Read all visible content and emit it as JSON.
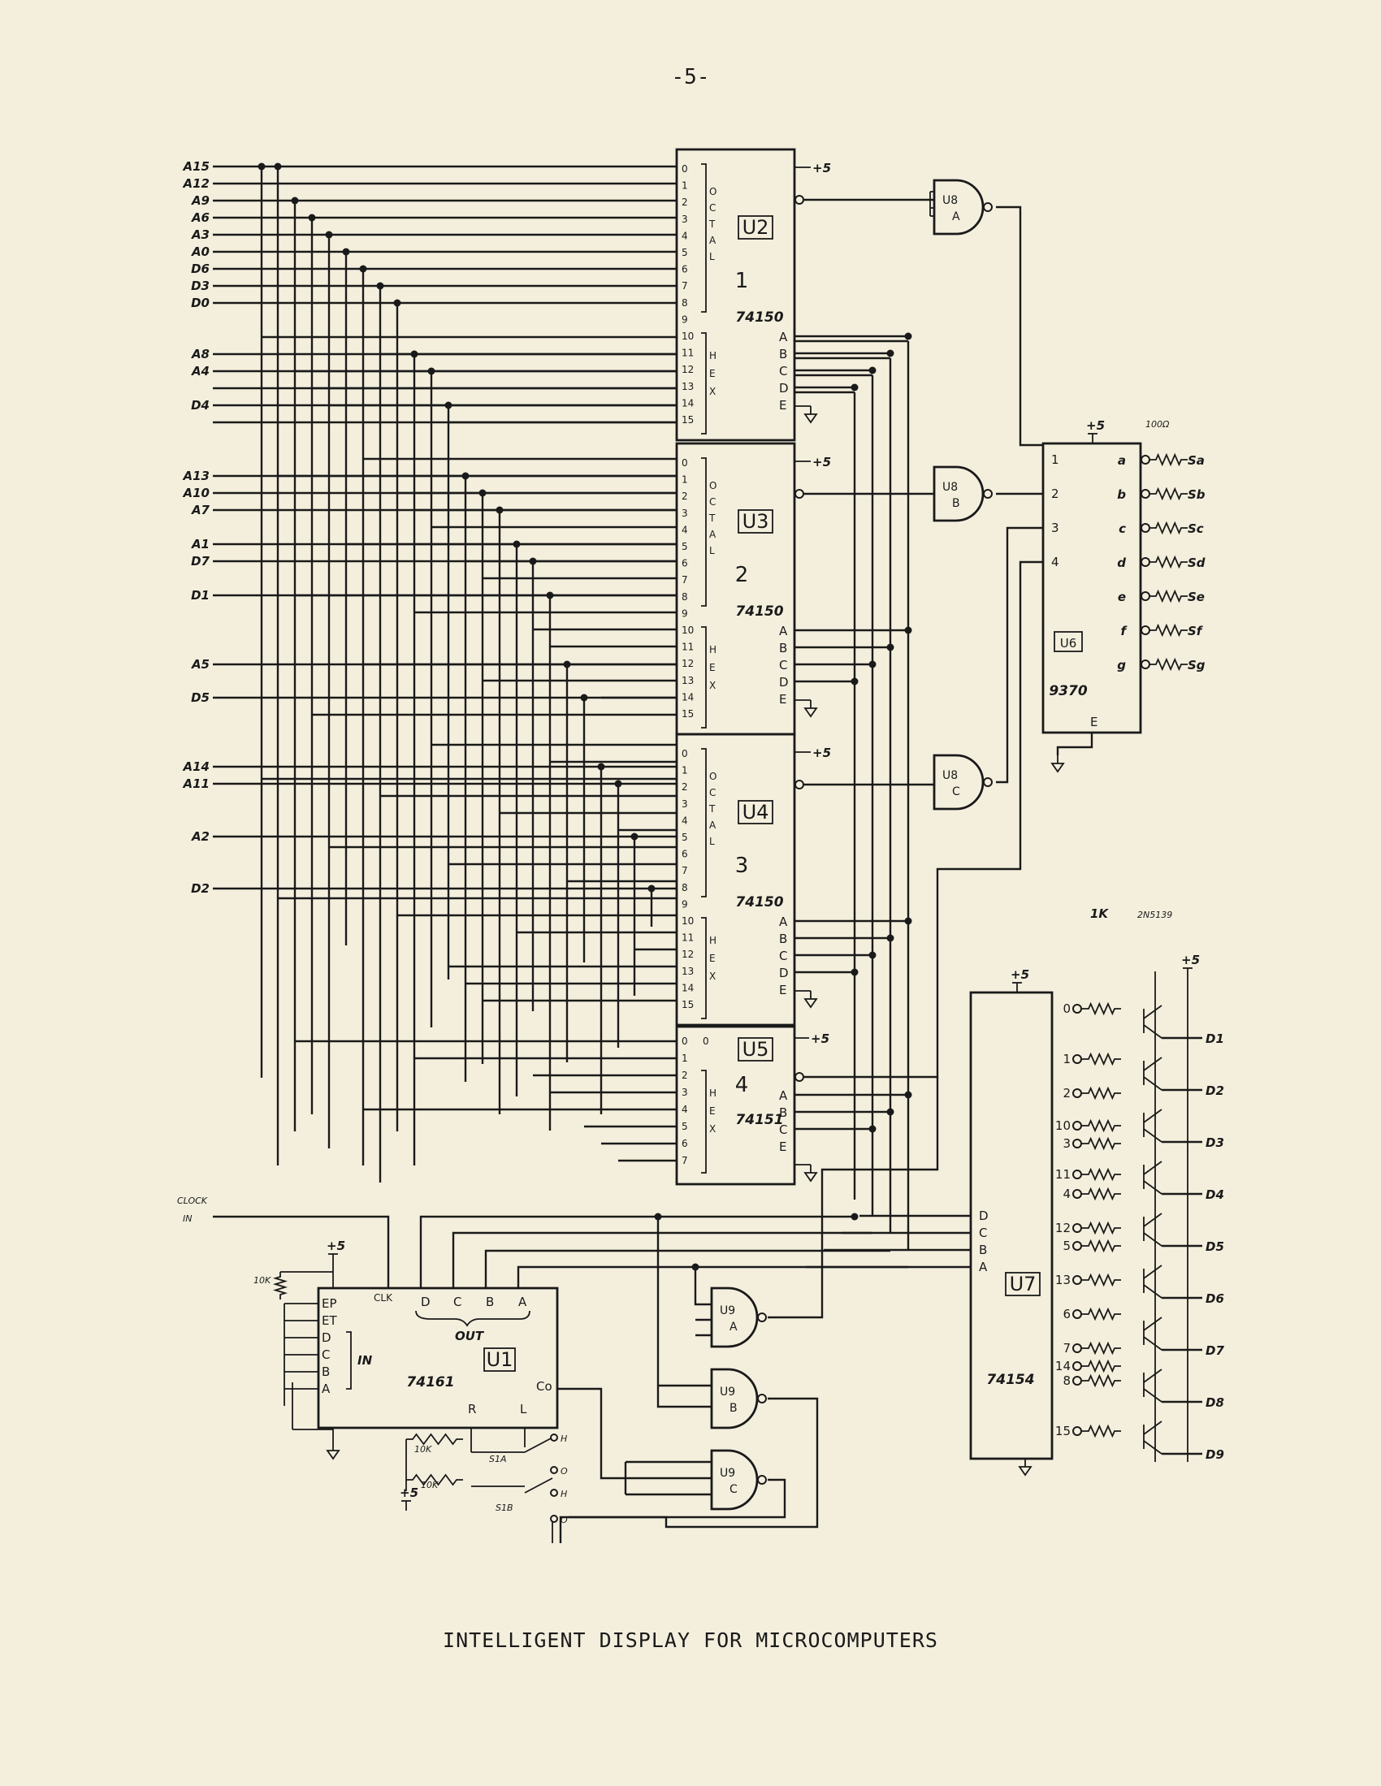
{
  "page": {
    "number": "-5-",
    "caption": "INTELLIGENT DISPLAY FOR MICROCOMPUTERS"
  },
  "inputs": {
    "group1": [
      "A15",
      "A12",
      "A9",
      "A6",
      "A3",
      "A0",
      "D6",
      "D3",
      "D0"
    ],
    "group1b": [
      "A8",
      "A4",
      "D4"
    ],
    "group2": [
      "A13",
      "A10",
      "A7",
      "A1",
      "D7",
      "D1"
    ],
    "group2b": [
      "A5",
      "D5"
    ],
    "group3": [
      "A14",
      "A11",
      "A2",
      "D2"
    ],
    "clock": [
      "CLOCK",
      "IN"
    ]
  },
  "power_labels": {
    "u2": "+5",
    "u3": "+5",
    "u4": "+5",
    "u5": "+5",
    "u6": "+5",
    "u7": "+5",
    "u1": "+5",
    "switch": "+5",
    "transistors": "+5"
  },
  "chips": {
    "u2": {
      "ref": "U2",
      "index": "1",
      "part": "74150",
      "octal": [
        "O",
        "C",
        "T",
        "A",
        "L"
      ],
      "hex": [
        "H",
        "E",
        "X"
      ],
      "pins": [
        "0",
        "1",
        "2",
        "3",
        "4",
        "5",
        "6",
        "7",
        "8",
        "9",
        "10",
        "11",
        "12",
        "13",
        "14",
        "15"
      ],
      "sel": [
        "A",
        "B",
        "C",
        "D",
        "E"
      ]
    },
    "u3": {
      "ref": "U3",
      "index": "2",
      "part": "74150",
      "octal": [
        "O",
        "C",
        "T",
        "A",
        "L"
      ],
      "hex": [
        "H",
        "E",
        "X"
      ],
      "pins": [
        "0",
        "1",
        "2",
        "3",
        "4",
        "5",
        "6",
        "7",
        "8",
        "9",
        "10",
        "11",
        "12",
        "13",
        "14",
        "15"
      ],
      "sel": [
        "A",
        "B",
        "C",
        "D",
        "E"
      ]
    },
    "u4": {
      "ref": "U4",
      "index": "3",
      "part": "74150",
      "octal": [
        "O",
        "C",
        "T",
        "A",
        "L"
      ],
      "hex": [
        "H",
        "E",
        "X"
      ],
      "pins": [
        "0",
        "1",
        "2",
        "3",
        "4",
        "5",
        "6",
        "7",
        "8",
        "9",
        "10",
        "11",
        "12",
        "13",
        "14",
        "15"
      ],
      "sel": [
        "A",
        "B",
        "C",
        "D",
        "E"
      ]
    },
    "u5": {
      "ref": "U5",
      "index": "4",
      "part": "74151",
      "hex": [
        "H",
        "E",
        "X"
      ],
      "pins": [
        "0",
        "1",
        "2",
        "3",
        "4",
        "5",
        "6",
        "7"
      ],
      "pin0_out": "0",
      "sel": [
        "A",
        "B",
        "C",
        "E"
      ]
    },
    "u6": {
      "ref": "U6",
      "part": "9370",
      "inputs": [
        "1",
        "2",
        "3",
        "4"
      ],
      "segments": [
        "a",
        "b",
        "c",
        "d",
        "e",
        "f",
        "g"
      ],
      "enable": "E",
      "outputs": [
        "Sa",
        "Sb",
        "Sc",
        "Sd",
        "Se",
        "Sf",
        "Sg"
      ],
      "resistor": "100Ω"
    },
    "u7": {
      "ref": "U7",
      "part": "74154",
      "inputs": [
        "D",
        "C",
        "B",
        "A"
      ],
      "outputs": [
        "0",
        "1",
        "2",
        "10",
        "3",
        "11",
        "4",
        "12",
        "5",
        "13",
        "6",
        "7",
        "14",
        "8",
        "15"
      ],
      "resistor": "1K",
      "transistor": "2N5139",
      "digits": [
        "D1",
        "D2",
        "D3",
        "D4",
        "D5",
        "D6",
        "D7",
        "D8",
        "D9"
      ]
    },
    "u1": {
      "ref": "U1",
      "part": "74161",
      "pins_left": [
        "EP",
        "ET",
        "D",
        "C",
        "B",
        "A"
      ],
      "in_label": "IN",
      "clk": "CLK",
      "out_pins": [
        "D",
        "C",
        "B",
        "A"
      ],
      "out_label": "OUT",
      "bottom": [
        "R",
        "L"
      ],
      "carry": "Co",
      "resistor": "10K"
    },
    "u8": {
      "gates": [
        "U8 A",
        "U8 B",
        "U8 C"
      ]
    },
    "u9": {
      "gates": [
        "U9 A",
        "U9 B",
        "U9 C"
      ]
    }
  },
  "switch": {
    "s1a": "S1A",
    "s1b": "S1B",
    "r1": "10K",
    "r2": "10K",
    "pos": [
      "H",
      "O",
      "H",
      "O"
    ]
  }
}
